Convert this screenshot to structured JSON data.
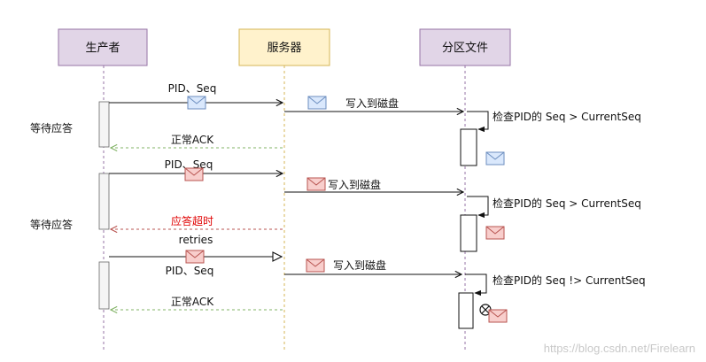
{
  "participants": {
    "producer": "生产者",
    "server": "服务器",
    "partition": "分区文件"
  },
  "colors": {
    "producer_fill": "#e1d5e7",
    "producer_stroke": "#9673a6",
    "server_fill": "#fff2cc",
    "server_stroke": "#d6b656",
    "partition_fill": "#e1d5e7",
    "partition_stroke": "#9673a6",
    "ack_line": "#82b366",
    "timeout_line": "#b85450",
    "env_blue_fill": "#dae8fc",
    "env_blue_stroke": "#6c8ebf",
    "env_red_fill": "#f8cecc",
    "env_red_stroke": "#b85450",
    "timeout_text": "#e00000"
  },
  "messages": {
    "send1": "PID、Seq",
    "write1": "写入到磁盘",
    "check1": "检查PID的 Seq > CurrentSeq",
    "ack1": "正常ACK",
    "wait1": "等待应答",
    "send2": "PID、Seq",
    "write2": "写入到磁盘",
    "check2": "检查PID的 Seq > CurrentSeq",
    "timeout": "应答超时",
    "wait2": "等待应答",
    "retries": "retries",
    "send3": "PID、Seq",
    "write3": "写入到磁盘",
    "check3": "检查PID的 Seq !> CurrentSeq",
    "ack3": "正常ACK"
  },
  "icons": {
    "envelope": "envelope-icon",
    "reject": "reject-circle-x-icon"
  },
  "watermark": "https://blog.csdn.net/Firelearn"
}
